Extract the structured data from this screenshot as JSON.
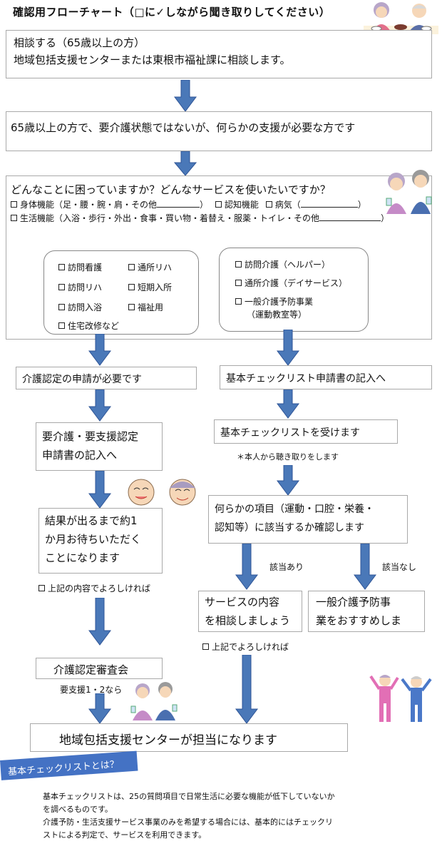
{
  "title": "確認用フローチャート（□に✓しながら聞き取りしてください）",
  "box1": {
    "line1": "相談する（65歳以上の方）",
    "line2": "地域包括支援センターまたは東根市福祉課に相談します。"
  },
  "box2": {
    "text": "65歳以上の方で、要介護状態ではないが、何らかの支援が必要な方です"
  },
  "box3": {
    "heading": "どんなことに困っていますか？どんなサービスを使いたいですか？",
    "row1_a": "身体機能（足・腰・腕・肩・その他",
    "row1_b": "）",
    "row1_c": "認知機能",
    "row1_d": "病気（",
    "row1_e": "）",
    "row2_a": "生活機能（入浴・歩行・外出・食事・買い物・着替え・服薬・トイレ・その他",
    "row2_b": "）"
  },
  "left_services": [
    "訪問看護",
    "通所リハ",
    "訪問リハ",
    "短期入所",
    "訪問入浴",
    "福祉用",
    "住宅改修など"
  ],
  "right_services": {
    "item1": "訪問介護（ヘルパー）",
    "item2": "通所介護（デイサービス）",
    "item3_line1": "一般介護予防事業",
    "item3_line2": "（運動教室等）"
  },
  "left_flow": {
    "step1": "介護認定の申請が必要です",
    "step2_line1": "要介護・要支援認定",
    "step2_line2": "申請書の記入へ",
    "step3_line1": "結果が出るまで約1",
    "step3_line2": "か月お待ちいただく",
    "step3_line3": "ことになります",
    "check": "上記の内容でよろしければ",
    "step4": "介護認定審査会",
    "note": "要支援1・2なら"
  },
  "right_flow": {
    "step1": "基本チェックリスト申請書の記入へ",
    "step2": "基本チェックリストを受けます",
    "note": "＊本人から聴き取りをします",
    "step3_line1": "何らかの項目（運動・口腔・栄養・",
    "step3_line2": "認知等）に該当するか確認します",
    "yes": "該当あり",
    "no": "該当なし",
    "yes_box_line1": "サービスの内容",
    "yes_box_line2": "を相談しましょう",
    "no_box_line1": "一般介護予防事",
    "no_box_line2": "業をおすすめしま",
    "check": "上記でよろしければ"
  },
  "final": "地域包括支援センターが担当になります",
  "footer": {
    "ribbon": "基本チェックリストとは？",
    "line1": "基本チェックリストは、25の質問項目で日常生活に必要な機能が低下していないか",
    "line2": "を調べるものです。",
    "line3": "介護予防・生活支援サービス事業のみを希望する場合には、基本的にはチェックリ",
    "line4": "ストによる判定で、サービスを利用できます。"
  },
  "colors": {
    "arrow": "#4a78b8",
    "arrow_edge": "#2f5597",
    "ribbon": "#4472c4",
    "border": "#a9a9a9"
  },
  "icons": [
    "elderly-couple-eating-illustration",
    "elderly-couple-medicine-illustration",
    "elderly-faces-illustration",
    "elderly-exercise-illustration"
  ]
}
